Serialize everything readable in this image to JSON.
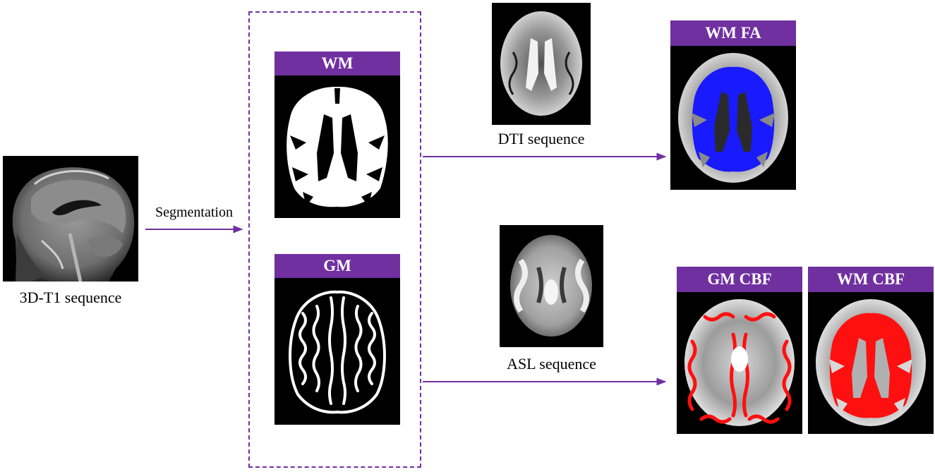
{
  "labels": {
    "t1": "3D-T1 sequence",
    "segmentation": "Segmentation",
    "dti": "DTI sequence",
    "asl": "ASL sequence"
  },
  "banners": {
    "wm": "WM",
    "gm": "GM",
    "wm_fa": "WM FA",
    "gm_cbf": "GM CBF",
    "wm_cbf": "WM CBF"
  },
  "colors": {
    "accent": "#7030a0",
    "fa_overlay": "#1a1aff",
    "cbf_overlay": "#ff1010"
  }
}
